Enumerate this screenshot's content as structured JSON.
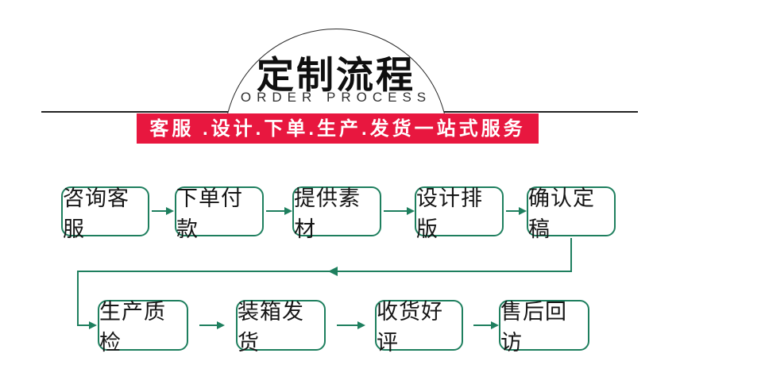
{
  "header": {
    "title": "定制流程",
    "subtitle": "ORDER PROCESS"
  },
  "banner": {
    "text": "客服 .设计.下单.生产.发货一站式服务"
  },
  "flow": {
    "row1": [
      "咨询客服",
      "下单付款",
      "提供素材",
      "设计排版",
      "确认定稿"
    ],
    "row2": [
      "生产质检",
      "装箱发货",
      "收货好评",
      "售后回访"
    ]
  },
  "colors": {
    "green": "#1E7F5E",
    "red": "#E8173F",
    "line": "#222222"
  }
}
